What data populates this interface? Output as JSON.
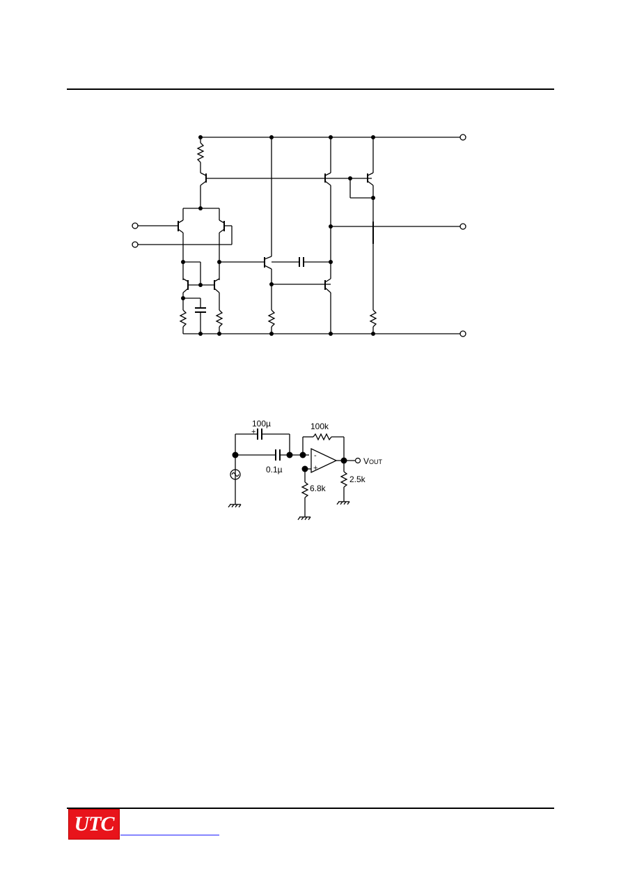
{
  "test_circuit": {
    "labels": {
      "cap_top": "100µ",
      "cap_top_polarity": "+",
      "cap_mid": "0.1µ",
      "res_feedback": "100k",
      "res_ground": "6.8k",
      "res_load": "2.5k",
      "output": "V",
      "output_sub": "OUT",
      "inv_sign": "-",
      "noninv_sign": "+"
    }
  },
  "footer": {
    "logo_text": "UTC",
    "link_text": ""
  },
  "colors": {
    "logo_bg": "#e8141b",
    "link": "#1a1aff"
  }
}
